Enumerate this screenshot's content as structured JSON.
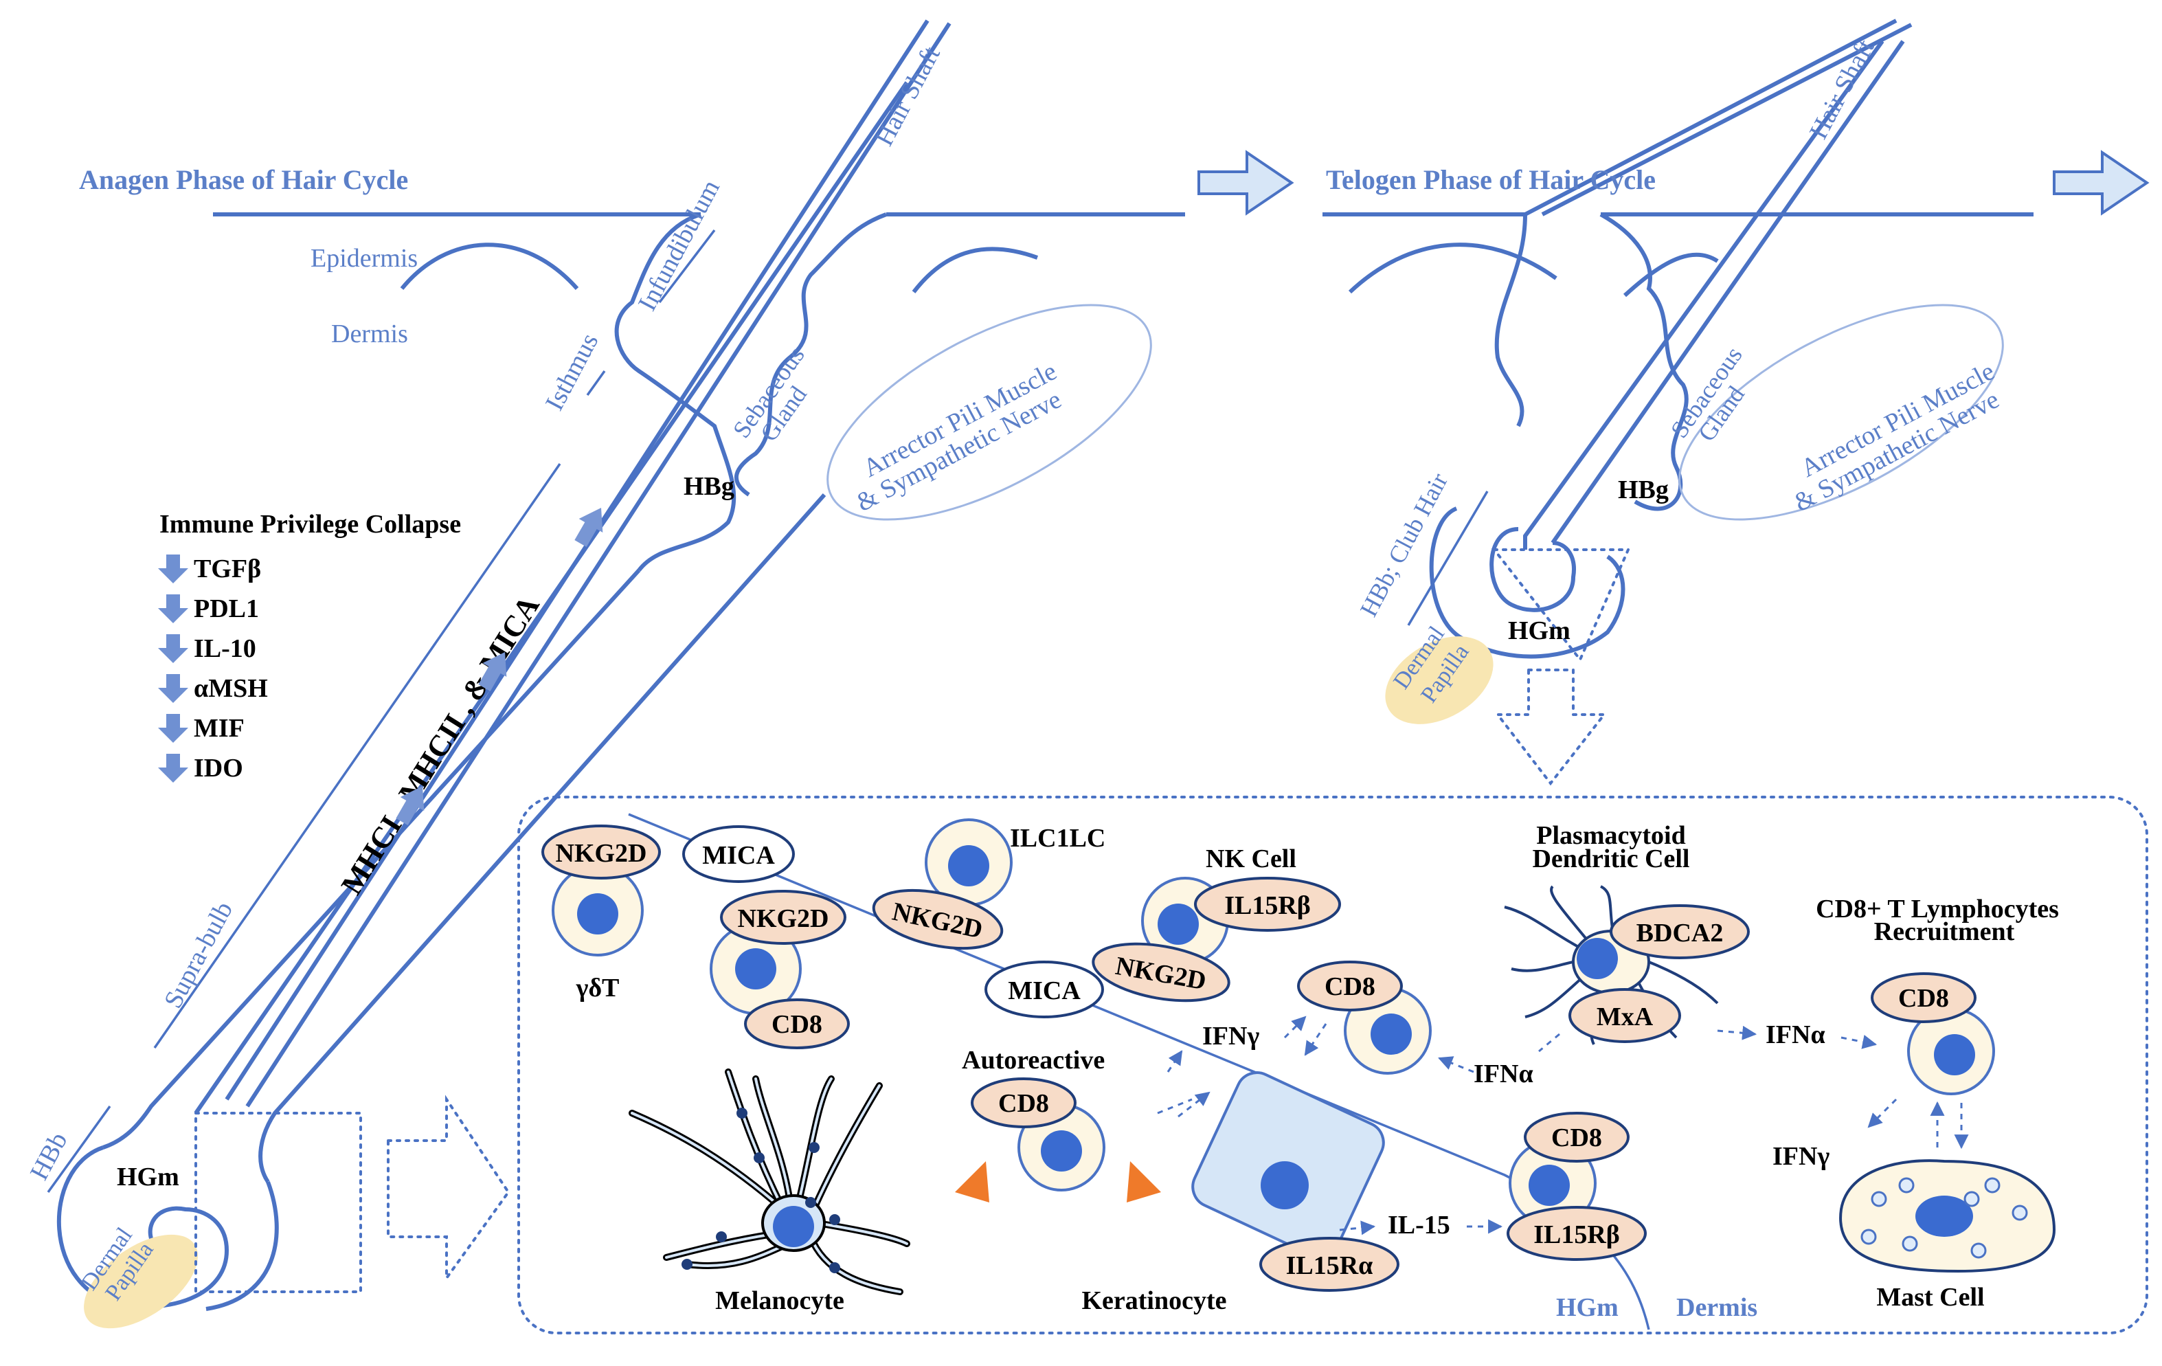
{
  "colors": {
    "line": "#4a72c4",
    "text_blue": "#5b7fc8",
    "cell_fill": "#fdf6e3",
    "nucleus": "#3a6bd0",
    "receptor": "#f7dcc8",
    "papilla": "#f8e6b2",
    "arrow_fill": "#d7e6f7",
    "orange": "#ef7a2a",
    "keratinocyte": "#d6e6f7"
  },
  "anagen": {
    "title": "Anagen Phase of Hair Cycle",
    "epidermis": "Epidermis",
    "dermis": "Dermis",
    "infundibulum": "Infundibulum",
    "isthmus": "Isthmus",
    "hair_shaft": "Hair Shaft",
    "sebaceous": [
      "Sebaceous",
      "Gland"
    ],
    "arrector": [
      "Arrector Pili Muscle",
      "& Sympathetic Nerve"
    ],
    "hbg": "HBg",
    "supra_bulb": "Supra-bulb",
    "hbb": "HBb",
    "hgm": "HGm",
    "dermal_papilla": [
      "Dermal",
      "Papilla"
    ],
    "mhc_label": "MHCI , MHCII , & MICA"
  },
  "immune_privilege": {
    "title": "Immune Privilege Collapse",
    "items": [
      "TGFβ",
      "PDL1",
      "IL-10",
      "αMSH",
      "MIF",
      "IDO"
    ]
  },
  "telogen": {
    "title": "Telogen Phase of Hair Cycle",
    "hair_shaft": "Hair Shaft",
    "sebaceous": [
      "Sebaceous",
      "Gland"
    ],
    "arrector": [
      "Arrector Pili Muscle",
      "& Sympathetic Nerve"
    ],
    "hbg": "HBg",
    "hbb": "HBb; Club Hair",
    "hgm": "HGm",
    "dermal_papilla": [
      "Dermal",
      "Papilla"
    ]
  },
  "inset": {
    "gdt_receptor": "NKG2D",
    "gdt_label": "γδT",
    "mica_1": "MICA",
    "cd8_nkg2d": "NKG2D",
    "cd8_1": "CD8",
    "ilc_label": "ILC1LC",
    "ilc_receptor": "NKG2D",
    "mica_2": "MICA",
    "nk_label": "NK Cell",
    "nk_receptor_1": "IL15Rβ",
    "nk_receptor_2": "NKG2D",
    "pdc_label": [
      "Plasmacytoid",
      "Dendritic Cell"
    ],
    "bdca2": "BDCA2",
    "mxa": "MxA",
    "cd8_mid": "CD8",
    "ifn_gamma_1": "IFNγ",
    "ifn_alpha_1": "IFNα",
    "ifn_alpha_2": "IFNα",
    "recruit_label": [
      "CD8+ T Lymphocytes",
      "Recruitment"
    ],
    "cd8_right": "CD8",
    "ifn_gamma_2": "IFNγ",
    "mast_label": "Mast Cell",
    "autoreactive": "Autoreactive",
    "cd8_auto": "CD8",
    "melanocyte": "Melanocyte",
    "keratinocyte": "Keratinocyte",
    "il15ra": "IL15Rα",
    "il15": "IL-15",
    "cd8_bottom": "CD8",
    "il15rb": "IL15Rβ",
    "hgm": "HGm",
    "dermis": "Dermis"
  }
}
